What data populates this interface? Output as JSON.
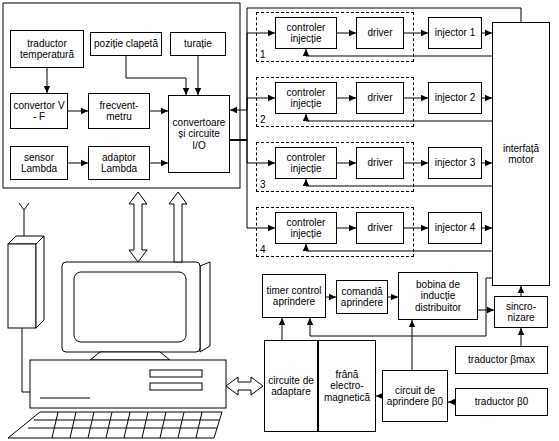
{
  "diagram": {
    "nodes": [
      {
        "text": [
          "traductor temperatură"
        ]
      },
      {
        "text": [
          "poziție clapetă"
        ]
      },
      {
        "text": [
          "turație"
        ]
      },
      {
        "text": [
          "convertor V - F"
        ]
      },
      {
        "text": [
          "frecvent-metru"
        ]
      },
      {
        "text": [
          "convertoare și circuite I/O"
        ]
      },
      {
        "text": [
          "sensor Lambda"
        ]
      },
      {
        "text": [
          "adaptor Lambda"
        ]
      },
      {
        "text": [
          "1"
        ]
      },
      {
        "text": [
          "controler injecție"
        ],
        "in": 8
      },
      {
        "text": [
          "driver"
        ],
        "in": 8
      },
      {
        "text": [
          "injector 1"
        ]
      },
      {
        "text": [
          "2"
        ]
      },
      {
        "text": [
          "controler injecție"
        ],
        "in": 12
      },
      {
        "text": [
          "driver"
        ],
        "in": 12
      },
      {
        "text": [
          "injector 2"
        ]
      },
      {
        "text": [
          "3"
        ]
      },
      {
        "text": [
          "controler injecție"
        ],
        "in": 16
      },
      {
        "text": [
          "driver"
        ],
        "in": 16
      },
      {
        "text": [
          "injector 3"
        ]
      },
      {
        "text": [
          "4"
        ]
      },
      {
        "text": [
          "controler injecție"
        ],
        "in": 20
      },
      {
        "text": [
          "driver"
        ],
        "in": 20
      },
      {
        "text": [
          "injector 4"
        ]
      },
      {
        "text": [
          "interfață motor"
        ]
      },
      {
        "text": [
          "timer control aprindere"
        ]
      },
      {
        "text": [
          "comandă aprindere"
        ]
      },
      {
        "text": [
          "bobina de inducție distribuitor"
        ]
      },
      {
        "text": [
          "sincro-nizare"
        ]
      },
      {
        "text": [
          "traductor βmax"
        ]
      },
      {
        "text": [
          "circuite de adaptare"
        ]
      },
      {
        "text": [
          "frână electro-magnetică"
        ]
      },
      {
        "text": [
          "circuit de aprindere β0"
        ]
      },
      {
        "text": [
          "traductor β0"
        ]
      }
    ],
    "edges": [
      {
        "from": 0,
        "to": 3,
        "arrow": "to"
      },
      {
        "from": 3,
        "to": 4,
        "arrow": "to"
      },
      {
        "from": 4,
        "to": 5,
        "arrow": "to"
      },
      {
        "from": 1,
        "to": 5,
        "arrow": "to"
      },
      {
        "from": 2,
        "to": 5,
        "arrow": "to"
      },
      {
        "from": 6,
        "to": 7,
        "arrow": "to"
      },
      {
        "from": 7,
        "to": 5,
        "arrow": "to"
      },
      {
        "from": 24,
        "to": 5,
        "arrow": "to"
      },
      {
        "from": 5,
        "to": 9,
        "arrow": "to"
      },
      {
        "from": 5,
        "to": 13,
        "arrow": "to"
      },
      {
        "from": 5,
        "to": 17,
        "arrow": "to"
      },
      {
        "from": 5,
        "to": 21,
        "arrow": "to"
      },
      {
        "from": 9,
        "to": 10,
        "arrow": "to"
      },
      {
        "from": 10,
        "to": 11,
        "arrow": "to"
      },
      {
        "from": 11,
        "to": 24,
        "arrow": "to"
      },
      {
        "from": 24,
        "to": 9,
        "arrow": "to"
      },
      {
        "from": 13,
        "to": 14,
        "arrow": "to"
      },
      {
        "from": 14,
        "to": 15,
        "arrow": "to"
      },
      {
        "from": 15,
        "to": 24,
        "arrow": "to"
      },
      {
        "from": 24,
        "to": 13,
        "arrow": "to"
      },
      {
        "from": 17,
        "to": 18,
        "arrow": "to"
      },
      {
        "from": 18,
        "to": 19,
        "arrow": "to"
      },
      {
        "from": 19,
        "to": 24,
        "arrow": "to"
      },
      {
        "from": 24,
        "to": 17,
        "arrow": "to"
      },
      {
        "from": 21,
        "to": 22,
        "arrow": "to"
      },
      {
        "from": 22,
        "to": 23,
        "arrow": "to"
      },
      {
        "from": 23,
        "to": 24,
        "arrow": "to"
      },
      {
        "from": 24,
        "to": 21,
        "arrow": "to"
      },
      {
        "from": 25,
        "to": 26,
        "arrow": "to"
      },
      {
        "from": 26,
        "to": 27,
        "arrow": "to"
      },
      {
        "from": 27,
        "to": 28,
        "arrow": "to"
      },
      {
        "from": 28,
        "to": 24,
        "arrow": "to"
      },
      {
        "from": 24,
        "to": 25,
        "arrow": "to"
      },
      {
        "from": 29,
        "to": 28,
        "arrow": "to"
      },
      {
        "from": 30,
        "to": 25,
        "arrow": "to"
      },
      {
        "from": 32,
        "to": 27,
        "arrow": "to"
      },
      {
        "from": 33,
        "to": 32,
        "arrow": "to"
      },
      {
        "from": 32,
        "to": 31,
        "arrow": "to"
      }
    ]
  }
}
